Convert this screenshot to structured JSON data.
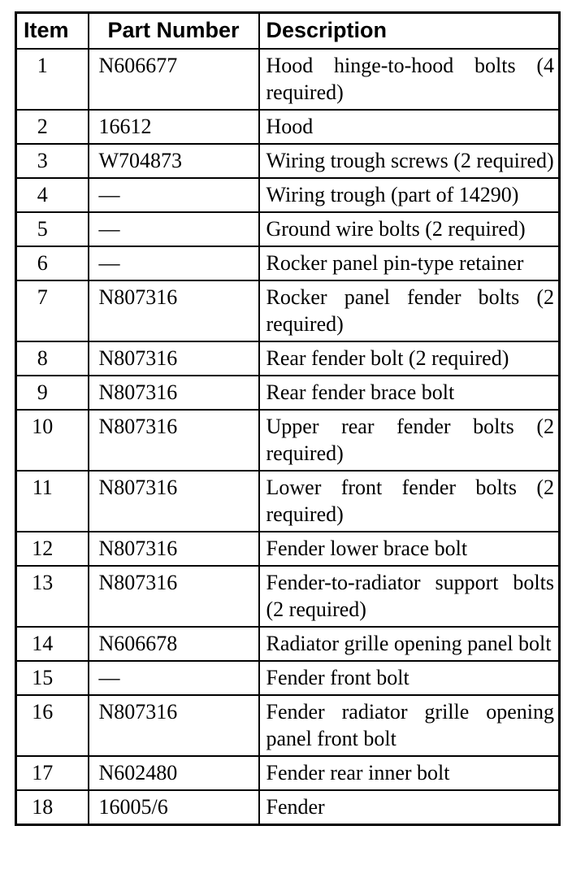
{
  "table": {
    "columns": [
      {
        "key": "item",
        "label": "Item"
      },
      {
        "key": "part_number",
        "label": "Part Number"
      },
      {
        "key": "description",
        "label": "Description"
      }
    ],
    "rows": [
      {
        "item": "1",
        "part_number": "N606677",
        "description": "Hood hinge-to-hood bolts (4 required)"
      },
      {
        "item": "2",
        "part_number": "16612",
        "description": "Hood"
      },
      {
        "item": "3",
        "part_number": "W704873",
        "description": "Wiring trough screws (2 required)"
      },
      {
        "item": "4",
        "part_number": "—",
        "description": "Wiring trough (part of 14290)"
      },
      {
        "item": "5",
        "part_number": "—",
        "description": "Ground wire bolts (2 required)"
      },
      {
        "item": "6",
        "part_number": "—",
        "description": "Rocker panel pin-type retainer"
      },
      {
        "item": "7",
        "part_number": "N807316",
        "description": "Rocker panel fender bolts (2 required)"
      },
      {
        "item": "8",
        "part_number": "N807316",
        "description": "Rear fender bolt (2 required)"
      },
      {
        "item": "9",
        "part_number": "N807316",
        "description": "Rear fender brace bolt"
      },
      {
        "item": "10",
        "part_number": "N807316",
        "description": "Upper rear fender bolts (2 required)"
      },
      {
        "item": "11",
        "part_number": "N807316",
        "description": "Lower front fender bolts (2 required)"
      },
      {
        "item": "12",
        "part_number": "N807316",
        "description": "Fender lower brace bolt"
      },
      {
        "item": "13",
        "part_number": "N807316",
        "description": "Fender-to-radiator support bolts (2 required)"
      },
      {
        "item": "14",
        "part_number": "N606678",
        "description": "Radiator grille opening panel bolt"
      },
      {
        "item": "15",
        "part_number": "—",
        "description": "Fender front bolt"
      },
      {
        "item": "16",
        "part_number": "N807316",
        "description": "Fender radiator grille opening panel front bolt"
      },
      {
        "item": "17",
        "part_number": "N602480",
        "description": "Fender rear inner bolt"
      },
      {
        "item": "18",
        "part_number": "16005/6",
        "description": "Fender"
      }
    ]
  }
}
